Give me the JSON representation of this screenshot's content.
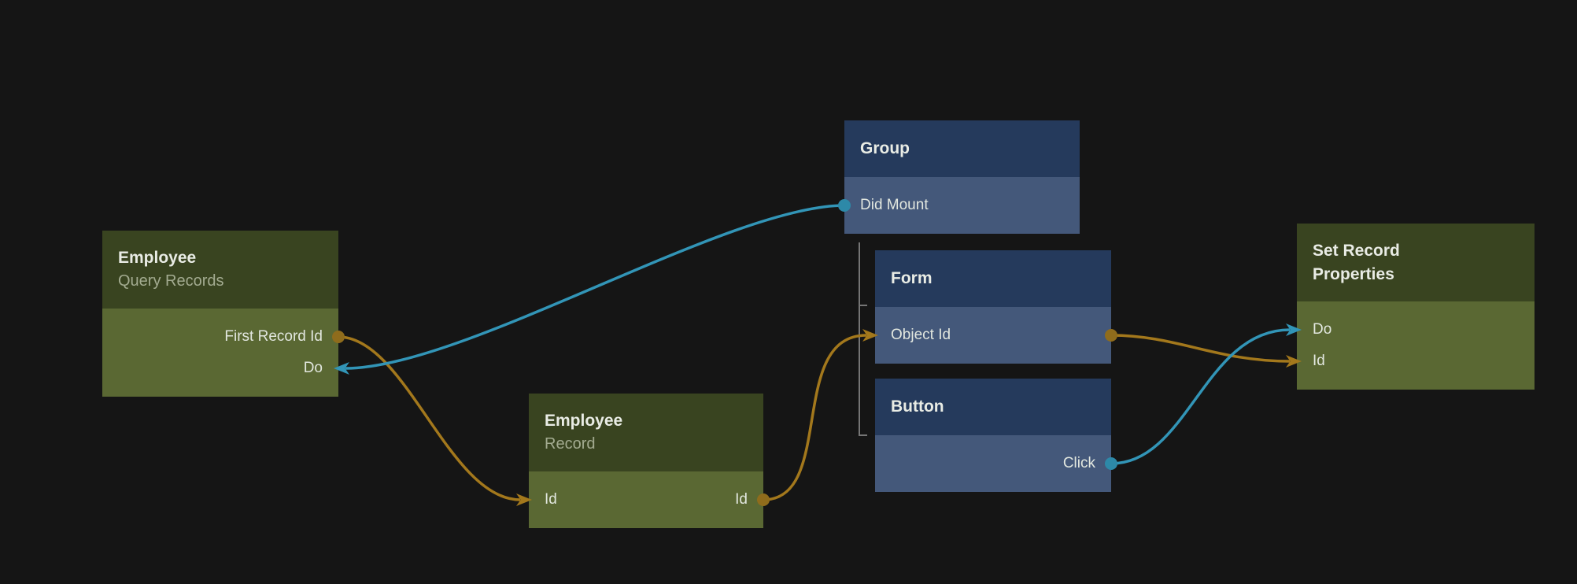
{
  "colors": {
    "background": "#151515",
    "green_node_header": "#394420",
    "green_node_body": "#5a6833",
    "blue_node_header": "#253a5c",
    "blue_node_body": "#44587a",
    "title_text": "#e9ece5",
    "subtitle_text": "#a3ab90",
    "port_text": "#e2e7df",
    "edge_teal": "#3295b7",
    "edge_orange": "#a3781c",
    "port_dot_teal": "#2d89a8",
    "port_dot_orange": "#8f6c1c",
    "tree_line": "#757575"
  },
  "nodes": [
    {
      "id": "employee-query-records",
      "title": "Employee",
      "subtitle": "Query Records",
      "kind": "green",
      "ports": [
        {
          "label": "First Record Id",
          "output": true
        },
        {
          "label": "Do",
          "input": true
        }
      ]
    },
    {
      "id": "group",
      "title": "Group",
      "kind": "blue",
      "ports": [
        {
          "label": "Did Mount",
          "output": true
        }
      ]
    },
    {
      "id": "form",
      "title": "Form",
      "kind": "blue",
      "ports": [
        {
          "label": "Object Id",
          "input": true,
          "output": true
        }
      ]
    },
    {
      "id": "button",
      "title": "Button",
      "kind": "blue",
      "ports": [
        {
          "label": "Click",
          "output": true
        }
      ]
    },
    {
      "id": "employee-record",
      "title": "Employee",
      "subtitle": "Record",
      "kind": "green",
      "ports": [
        {
          "label": "Id",
          "input": true
        },
        {
          "label": "Id",
          "output": true
        }
      ]
    },
    {
      "id": "set-record-properties",
      "title": "Set Record Properties",
      "kind": "green",
      "ports": [
        {
          "label": "Do",
          "input": true
        },
        {
          "label": "Id",
          "input": true
        }
      ]
    }
  ],
  "edges": [
    {
      "from_node": "employee-query-records",
      "from_port": "First Record Id",
      "to_node": "employee-record",
      "to_port": "Id",
      "color": "orange"
    },
    {
      "from_node": "group",
      "from_port": "Did Mount",
      "to_node": "employee-query-records",
      "to_port": "Do",
      "color": "teal"
    },
    {
      "from_node": "employee-record",
      "from_port": "Id",
      "to_node": "form",
      "to_port": "Object Id",
      "color": "orange"
    },
    {
      "from_node": "form",
      "from_port": "Object Id",
      "to_node": "set-record-properties",
      "to_port": "Id",
      "color": "orange"
    },
    {
      "from_node": "button",
      "from_port": "Click",
      "to_node": "set-record-properties",
      "to_port": "Do",
      "color": "teal"
    }
  ],
  "hierarchy": {
    "parent": "group",
    "children": [
      "form",
      "button"
    ]
  }
}
